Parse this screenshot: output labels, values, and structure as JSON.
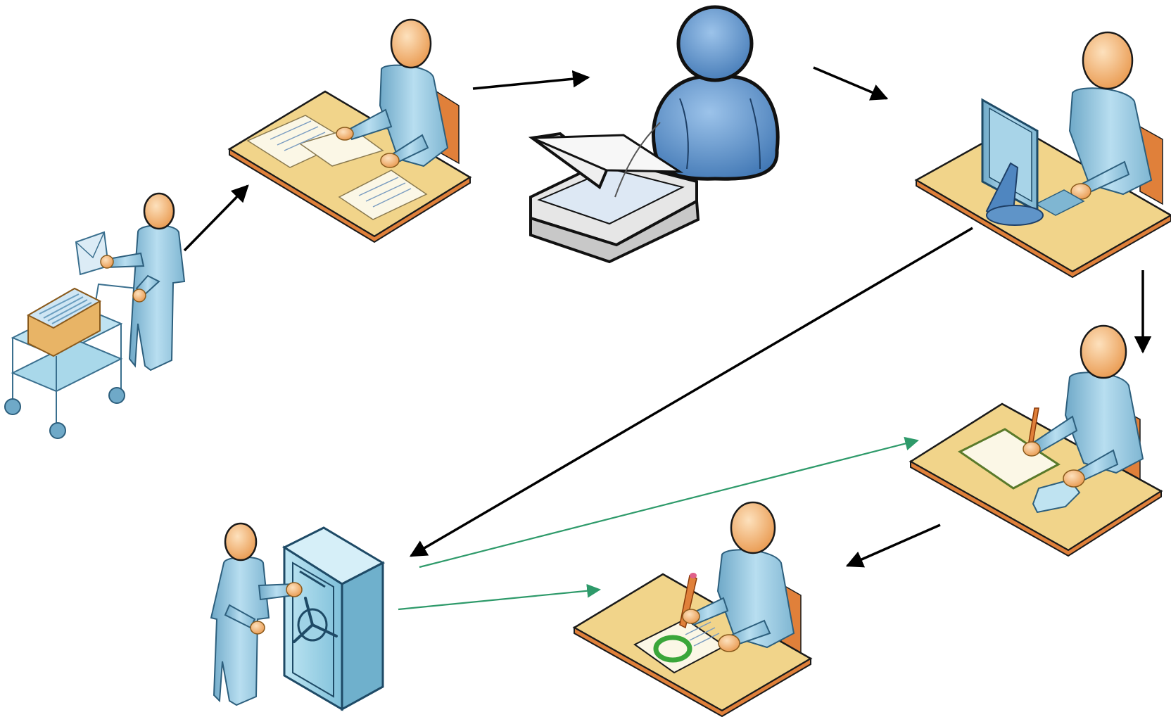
{
  "colors": {
    "skin": "#f2a869",
    "skin_light": "#fbd6a8",
    "body": "#9ccbe2",
    "body_dark": "#6fa9c8",
    "desk_top": "#f1d48a",
    "desk_edge": "#e0803a",
    "paper": "#fbf7e6",
    "outline": "#1a1a1a",
    "arrow_black": "#000000",
    "arrow_green": "#2e9a6a",
    "user_icon": "#4f86c0",
    "scanner": "#f0f0f0",
    "safe": "#9fd3e6",
    "circle_mark": "#3aa63a"
  },
  "nodes": [
    {
      "id": "mail-cart-person",
      "icon": "mail-cart-person-icon"
    },
    {
      "id": "sorting-desk-person",
      "icon": "desk-papers-person-icon"
    },
    {
      "id": "scanner-user",
      "icon": "scanner-user-icon"
    },
    {
      "id": "computer-desk-person",
      "icon": "computer-desk-person-icon"
    },
    {
      "id": "review-desk-person",
      "icon": "review-desk-person-icon"
    },
    {
      "id": "signing-desk-person",
      "icon": "signing-desk-person-icon"
    },
    {
      "id": "safe-archive-person",
      "icon": "safe-archive-person-icon"
    }
  ],
  "edges": [
    {
      "from": "mail-cart-person",
      "to": "sorting-desk-person",
      "style": "black"
    },
    {
      "from": "sorting-desk-person",
      "to": "scanner-user",
      "style": "black"
    },
    {
      "from": "scanner-user",
      "to": "computer-desk-person",
      "style": "black"
    },
    {
      "from": "computer-desk-person",
      "to": "review-desk-person",
      "style": "black"
    },
    {
      "from": "computer-desk-person",
      "to": "safe-archive-person",
      "style": "black"
    },
    {
      "from": "review-desk-person",
      "to": "signing-desk-person",
      "style": "black"
    },
    {
      "from": "safe-archive-person",
      "to": "review-desk-person",
      "style": "green"
    },
    {
      "from": "safe-archive-person",
      "to": "signing-desk-person",
      "style": "green"
    }
  ]
}
